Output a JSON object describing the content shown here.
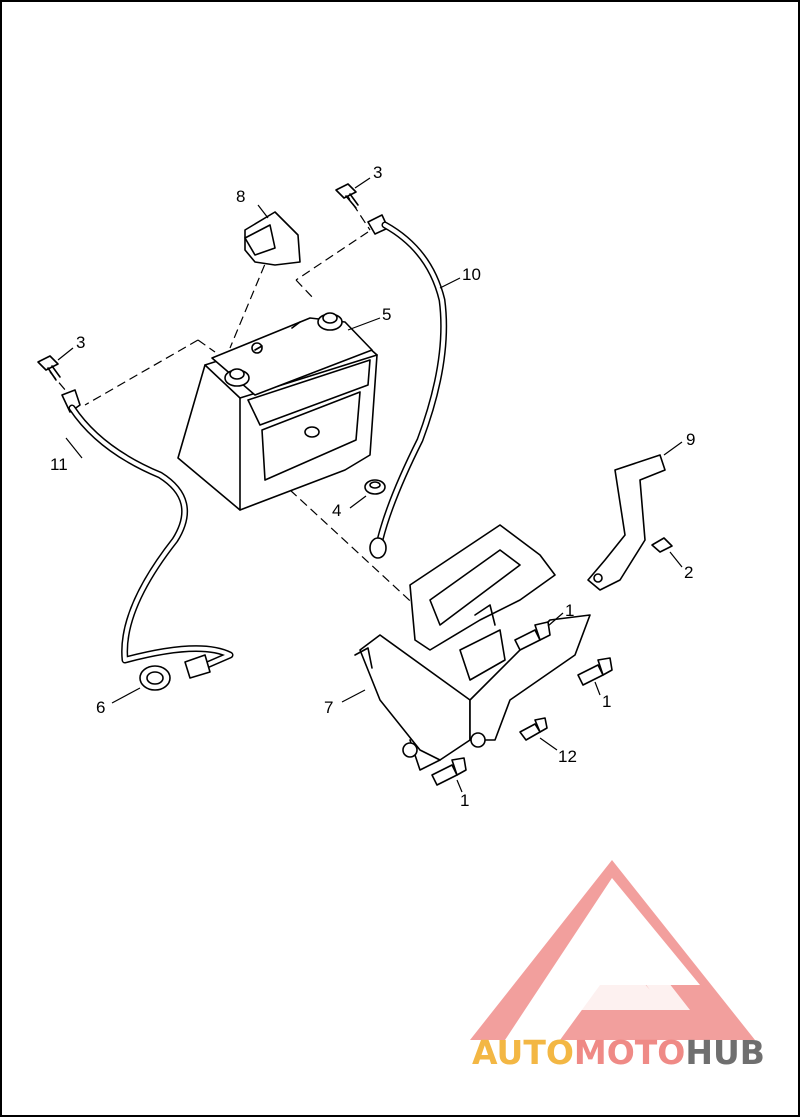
{
  "callouts": [
    {
      "id": "c1a",
      "label": "1"
    },
    {
      "id": "c1b",
      "label": "1"
    },
    {
      "id": "c1c",
      "label": "1"
    },
    {
      "id": "c2",
      "label": "2"
    },
    {
      "id": "c3a",
      "label": "3"
    },
    {
      "id": "c3b",
      "label": "3"
    },
    {
      "id": "c4",
      "label": "4"
    },
    {
      "id": "c5",
      "label": "5"
    },
    {
      "id": "c6",
      "label": "6"
    },
    {
      "id": "c7",
      "label": "7"
    },
    {
      "id": "c8",
      "label": "8"
    },
    {
      "id": "c9",
      "label": "9"
    },
    {
      "id": "c10",
      "label": "10"
    },
    {
      "id": "c11",
      "label": "11"
    },
    {
      "id": "c12",
      "label": "12"
    }
  ],
  "watermark": {
    "part1": "AUTO",
    "part2": "MOTO",
    "part3": "HUB",
    "color_auto": "#f3b744",
    "color_moto": "#ef8a86",
    "color_hub": "#6f6f6f",
    "triangle_color": "#f19592"
  }
}
